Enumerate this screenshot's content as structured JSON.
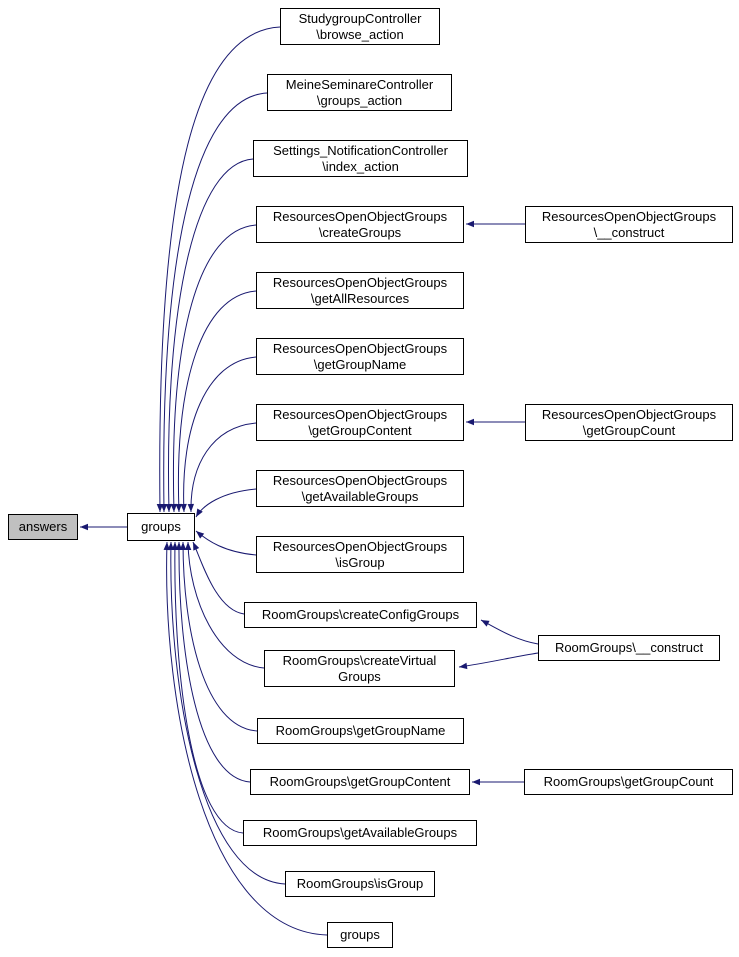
{
  "diagram": {
    "type": "call-graph",
    "arrow_color": "#191970",
    "node_border_color": "#000000",
    "highlight_fill": "#c0c0c0",
    "node_fill": "#ffffff"
  },
  "nodes": {
    "answers": {
      "label": "answers"
    },
    "groups_hub": {
      "label": "groups"
    },
    "studygroup_browse": {
      "line1": "StudygroupController",
      "line2": "\\browse_action"
    },
    "meineseminare_groups": {
      "line1": "MeineSeminareController",
      "line2": "\\groups_action"
    },
    "settings_notification_index": {
      "line1": "Settings_NotificationController",
      "line2": "\\index_action"
    },
    "roog_creategroups": {
      "line1": "ResourcesOpenObjectGroups",
      "line2": "\\createGroups"
    },
    "roog_construct": {
      "line1": "ResourcesOpenObjectGroups",
      "line2": "\\__construct"
    },
    "roog_getallresources": {
      "line1": "ResourcesOpenObjectGroups",
      "line2": "\\getAllResources"
    },
    "roog_getgroupname": {
      "line1": "ResourcesOpenObjectGroups",
      "line2": "\\getGroupName"
    },
    "roog_getgroupcontent": {
      "line1": "ResourcesOpenObjectGroups",
      "line2": "\\getGroupContent"
    },
    "roog_getgroupcount": {
      "line1": "ResourcesOpenObjectGroups",
      "line2": "\\getGroupCount"
    },
    "roog_getavailablegroups": {
      "line1": "ResourcesOpenObjectGroups",
      "line2": "\\getAvailableGroups"
    },
    "roog_isgroup": {
      "line1": "ResourcesOpenObjectGroups",
      "line2": "\\isGroup"
    },
    "rg_createconfiggroups": {
      "label": "RoomGroups\\createConfigGroups"
    },
    "rg_createvirtualgroups": {
      "line1": "RoomGroups\\createVirtual",
      "line2": "Groups"
    },
    "rg_construct": {
      "label": "RoomGroups\\__construct"
    },
    "rg_getgroupname": {
      "label": "RoomGroups\\getGroupName"
    },
    "rg_getgroupcontent": {
      "label": "RoomGroups\\getGroupContent"
    },
    "rg_getgroupcount": {
      "label": "RoomGroups\\getGroupCount"
    },
    "rg_getavailablegroups": {
      "label": "RoomGroups\\getAvailableGroups"
    },
    "rg_isgroup": {
      "label": "RoomGroups\\isGroup"
    },
    "groups_leaf": {
      "label": "groups"
    }
  }
}
